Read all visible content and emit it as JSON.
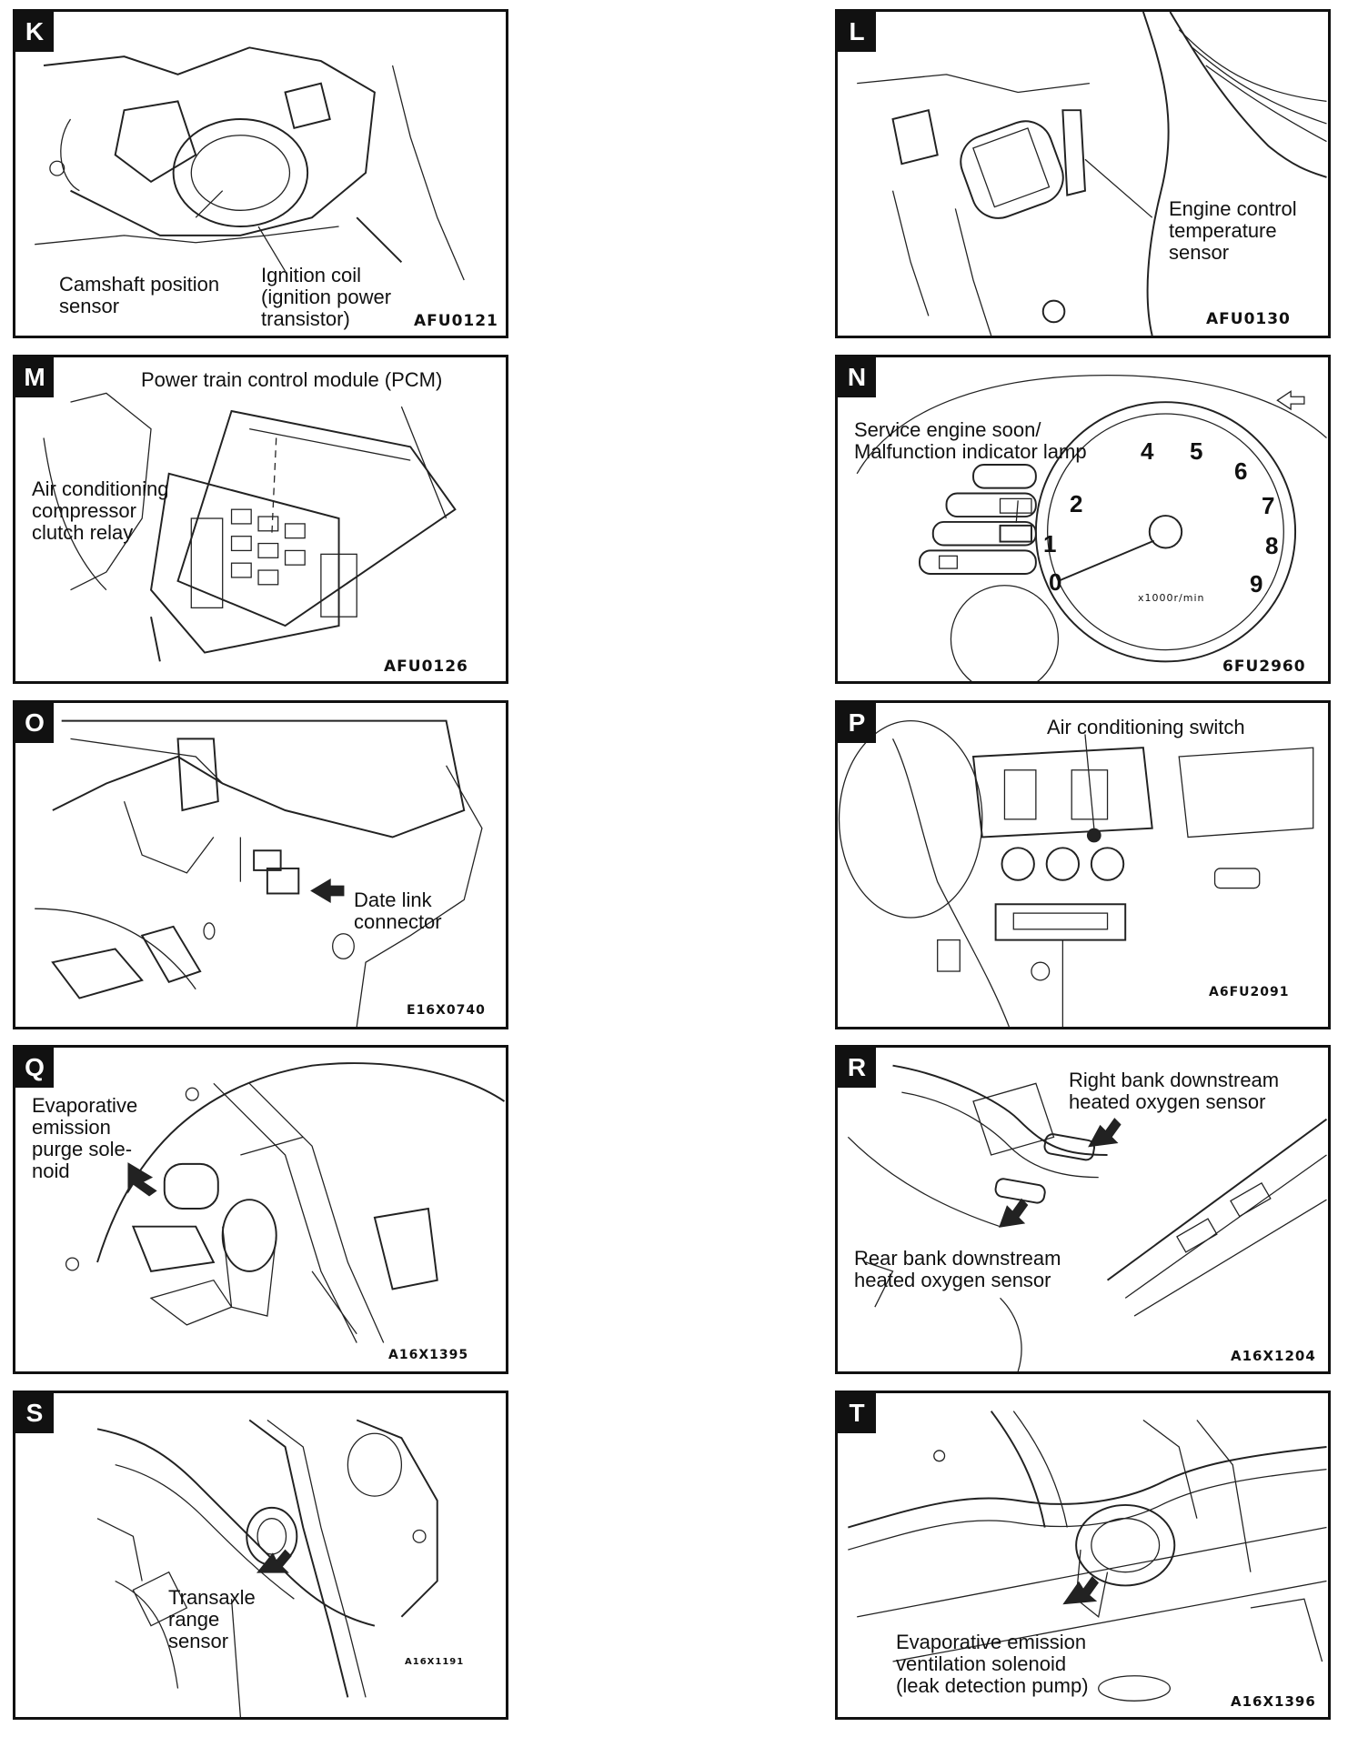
{
  "panels": {
    "K": {
      "letter": "K",
      "labels": [
        "Camshaft position",
        "sensor",
        "Ignition coil",
        "(ignition power",
        "transistor)"
      ],
      "code": "AFU0121"
    },
    "L": {
      "letter": "L",
      "labels": [
        "Engine control",
        "temperature",
        "sensor"
      ],
      "code": "AFU0130"
    },
    "M": {
      "letter": "M",
      "labels": [
        "Power train control module (PCM)",
        "Air conditioning",
        "compressor",
        "clutch relay"
      ],
      "code": "AFU0126"
    },
    "N": {
      "letter": "N",
      "labels": [
        "Service engine soon/",
        "Malfunction indicator lamp"
      ],
      "code": "6FU2960",
      "gauge_numbers": [
        "0",
        "1",
        "2",
        "4",
        "5",
        "6",
        "7",
        "8",
        "9"
      ],
      "gauge_unit": "x1000r/min"
    },
    "O": {
      "letter": "O",
      "labels": [
        "Date link",
        "connector"
      ],
      "code": "E16X0740"
    },
    "P": {
      "letter": "P",
      "labels": [
        "Air conditioning switch"
      ],
      "code": "A6FU2091"
    },
    "Q": {
      "letter": "Q",
      "labels": [
        "Evaporative",
        "emission",
        "purge sole-",
        "noid"
      ],
      "code": "A16X1395"
    },
    "R": {
      "letter": "R",
      "labels": [
        "Right bank downstream",
        "heated oxygen sensor",
        "Rear bank downstream",
        "heated oxygen sensor"
      ],
      "code": "A16X1204"
    },
    "S": {
      "letter": "S",
      "labels": [
        "Transaxle",
        "range",
        "sensor"
      ],
      "code": "A16X1191"
    },
    "T": {
      "letter": "T",
      "labels": [
        "Evaporative emission",
        "ventilation solenoid",
        "(leak detection pump)"
      ],
      "code": "A16X1396"
    }
  }
}
